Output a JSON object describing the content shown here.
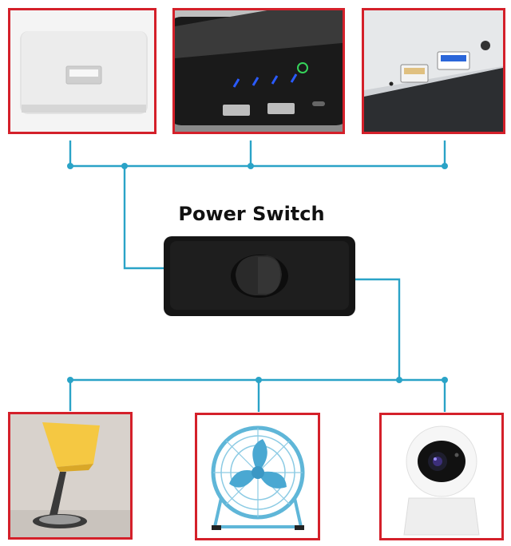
{
  "diagram": {
    "title": "Power Switch",
    "colors": {
      "wire": "#2aa3c7",
      "frame": "#d4202a",
      "switch_body": "#151515"
    },
    "sources": [
      {
        "name": "wall-charger",
        "icon": "usb-wall-charger-icon"
      },
      {
        "name": "power-bank",
        "icon": "power-bank-icon"
      },
      {
        "name": "computer-usb-ports",
        "icon": "computer-usb-port-icon"
      }
    ],
    "devices": [
      {
        "name": "desk-lamp",
        "icon": "desk-lamp-icon"
      },
      {
        "name": "desk-fan",
        "icon": "desk-fan-icon"
      },
      {
        "name": "security-camera",
        "icon": "security-camera-icon"
      }
    ]
  }
}
